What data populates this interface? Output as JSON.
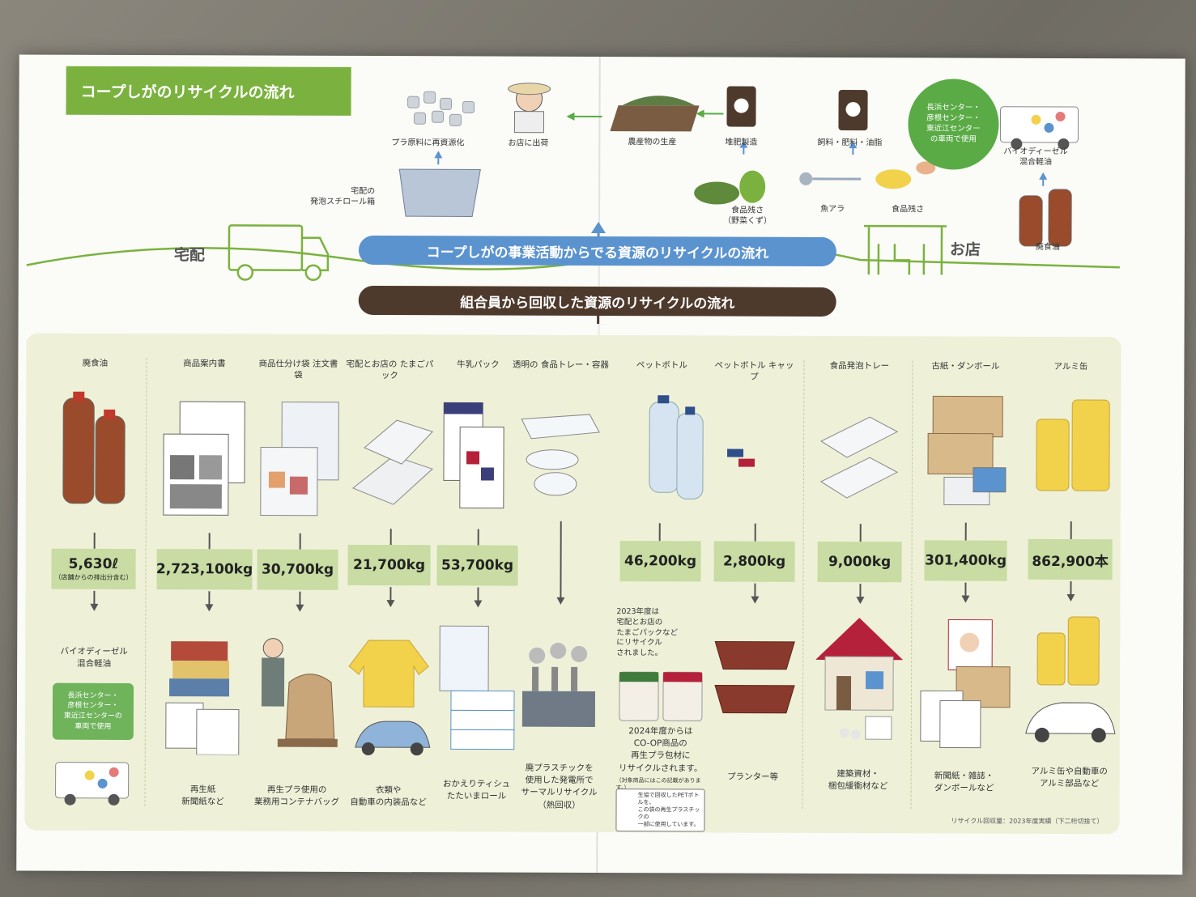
{
  "title": "コープしがのリサイクルの流れ",
  "top": {
    "plastic_recycle": "プラ原料に再資源化",
    "ship_to_store": "お店に出荷",
    "produce": "農産物の生産",
    "compost": "堆肥製造",
    "feed": "飼料・肥料・油脂",
    "styrofoam": "宅配の\n発泡スチロール箱",
    "veg_waste": "食品残さ\n（野菜くず）",
    "fish_bones": "魚アラ",
    "food_waste": "食品残さ",
    "biodiesel": "バイオディーゼル\n混合軽油",
    "used_oil": "廃食油",
    "bubble": "長浜センター・\n彦根センター・\n東近江センター\nの車両で使用",
    "delivery": "宅配",
    "store": "お店",
    "bar_business": "コープしがの事業活動からでる資源のリサイクルの流れ",
    "bar_members": "組合員から回収した資源のリサイクルの流れ"
  },
  "columns": [
    {
      "id": "oil",
      "head": "廃食油",
      "value": "5,630ℓ",
      "sub": "（店舗からの排出分含む）",
      "out": "バイオディーゼル\n混合軽油"
    },
    {
      "id": "catalog",
      "head": "商品案内書",
      "value": "2,723,100kg",
      "sub": "",
      "out": "再生紙\n新聞紙など"
    },
    {
      "id": "bags",
      "head": "商品仕分け袋\n注文書袋",
      "value": "30,700kg",
      "sub": "",
      "out": "再生プラ使用の\n業務用コンテナバッグ"
    },
    {
      "id": "eggs",
      "head": "宅配とお店の\nたまごパック",
      "value": "21,700kg",
      "sub": "",
      "out": "衣類や\n自動車の内装品など"
    },
    {
      "id": "milk",
      "head": "牛乳パック",
      "value": "53,700kg",
      "sub": "",
      "out": "おかえりティシュ\nたたいまロール"
    },
    {
      "id": "tray",
      "head": "透明の\n食品トレー・容器",
      "value": "",
      "sub": "",
      "out": "廃プラスチックを\n使用した発電所で\nサーマルリサイクル\n（熱回収）"
    },
    {
      "id": "pet",
      "head": "ペットボトル",
      "value": "46,200kg",
      "sub": "",
      "out": "2024年度からは\nCO-OP商品の\n再生プラ包材に\nリサイクルされます。"
    },
    {
      "id": "cap",
      "head": "ペットボトル\nキャップ",
      "value": "2,800kg",
      "sub": "",
      "out": "プランター等"
    },
    {
      "id": "foamtray",
      "head": "食品発泡トレー",
      "value": "9,000kg",
      "sub": "",
      "out": "建築資材・\n梱包緩衝材など"
    },
    {
      "id": "paper",
      "head": "古紙・ダンボール",
      "value": "301,400kg",
      "sub": "",
      "out": "新聞紙・雑誌・\nダンボールなど"
    },
    {
      "id": "can",
      "head": "アルミ缶",
      "value": "862,900本",
      "sub": "",
      "out": "アルミ缶や自動車の\nアルミ部品など"
    }
  ],
  "oil_note": "長浜センター・\n彦根センター・\n東近江センターの\n車両で使用",
  "pet_note": "2023年度は\n宅配とお店の\nたまごパックなど\nにリサイクル\nされました。",
  "pet_small": "（対象商品にはこの記載があります。）",
  "sprout_text": "生協で回収したPETボトルを、\nこの袋の再生プラスチックの\n一部に使用しています。",
  "footnote": "リサイクル回収量：2023年度実績（下二桁切捨て）",
  "colors": {
    "green": "#7bb23f",
    "blue": "#5b93cf",
    "brown": "#4e3a2c",
    "panel": "#eef1d8",
    "box": "#c8dca3"
  }
}
